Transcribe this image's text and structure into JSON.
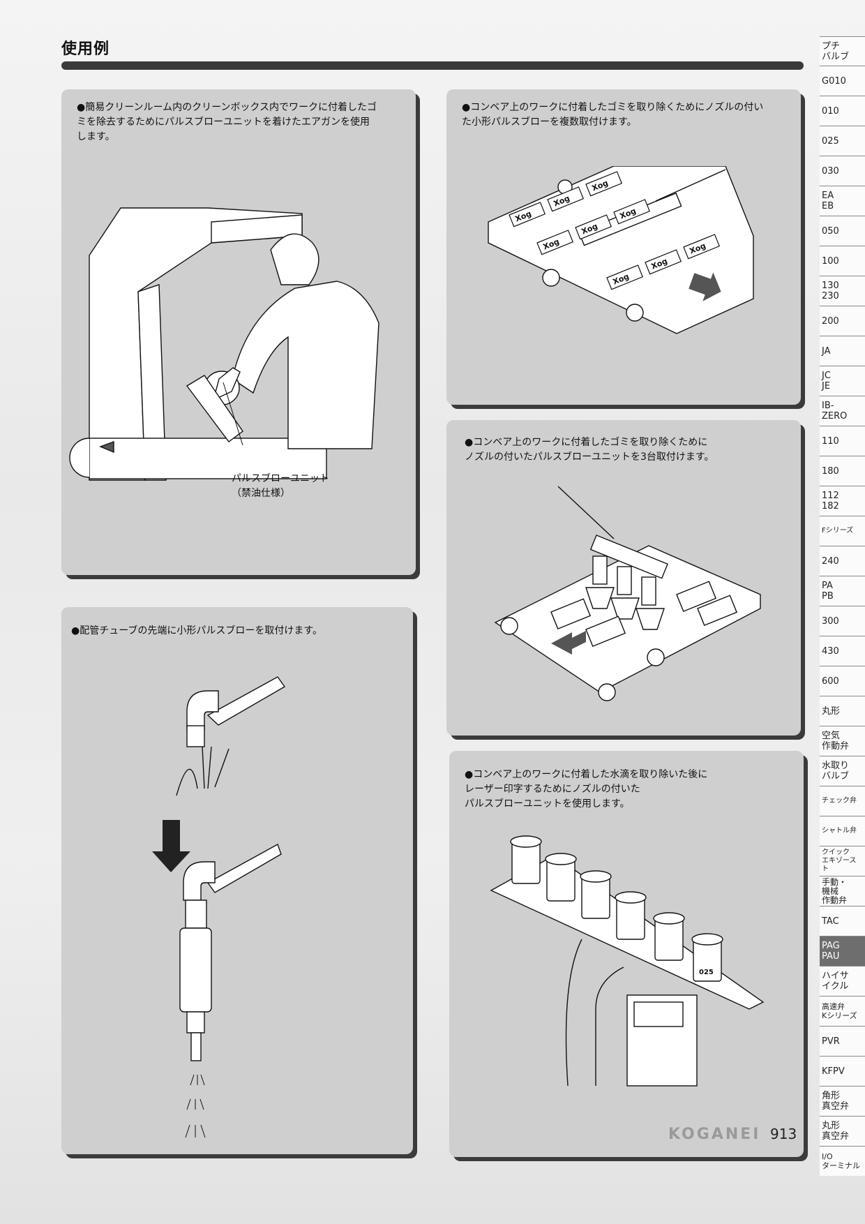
{
  "page": {
    "title": "使用例",
    "brand": "KOGANEI",
    "page_number": "913"
  },
  "panels": {
    "clean_box": {
      "caption": "●簡易クリーンルーム内のクリーンボックス内でワークに付着したゴ\nミを除去するためにパルスブローユニットを着けたエアガンを使用\nします。",
      "callout": "パルスブローユニット\n（禁油仕様）"
    },
    "conveyor_multi": {
      "caption": "●コンベア上のワークに付着したゴミを取り除くためにノズルの付い\nた小形パルスブローを複数取付けます。",
      "work_label": "Xog"
    },
    "conveyor_three": {
      "caption": "●コンベア上のワークに付着したゴミを取り除くために\nノズルの付いたパルスブローユニットを3台取付けます。"
    },
    "tube_tip": {
      "caption": "●配管チューブの先端に小形パルスブローを取付けます。"
    },
    "water_drops": {
      "caption": "●コンベア上のワークに付着した水滴を取り除いた後に\nレーザー印字するためにノズルの付いた\nパルスブローユニットを使用します。",
      "cup_mark": "025"
    }
  },
  "side_tabs": [
    {
      "label": "プチ\nバルブ",
      "active": false
    },
    {
      "label": "G010",
      "active": false
    },
    {
      "label": "010",
      "active": false
    },
    {
      "label": "025",
      "active": false
    },
    {
      "label": "030",
      "active": false
    },
    {
      "label": "EA\nEB",
      "active": false
    },
    {
      "label": "050",
      "active": false
    },
    {
      "label": "100",
      "active": false
    },
    {
      "label": "130\n230",
      "active": false
    },
    {
      "label": "200",
      "active": false
    },
    {
      "label": "JA",
      "active": false
    },
    {
      "label": "JC\nJE",
      "active": false
    },
    {
      "label": "IB-\nZERO",
      "active": false
    },
    {
      "label": "110",
      "active": false
    },
    {
      "label": "180",
      "active": false
    },
    {
      "label": "112\n182",
      "active": false
    },
    {
      "label": "Fシリーズ",
      "active": false
    },
    {
      "label": "240",
      "active": false
    },
    {
      "label": "PA\nPB",
      "active": false
    },
    {
      "label": "300",
      "active": false
    },
    {
      "label": "430",
      "active": false
    },
    {
      "label": "600",
      "active": false
    },
    {
      "label": "丸形",
      "active": false
    },
    {
      "label": "空気\n作動弁",
      "active": false
    },
    {
      "label": "水取り\nバルブ",
      "active": false
    },
    {
      "label": "チェック弁",
      "active": false
    },
    {
      "label": "シャトル弁",
      "active": false
    },
    {
      "label": "クイック\nエキゾースト",
      "active": false
    },
    {
      "label": "手動・\n機械\n作動弁",
      "active": false
    },
    {
      "label": "TAC",
      "active": false
    },
    {
      "label": "PAG\nPAU",
      "active": true
    },
    {
      "label": "ハイサ\nイクル",
      "active": false
    },
    {
      "label": "高速弁\nKシリーズ",
      "active": false
    },
    {
      "label": "PVR",
      "active": false
    },
    {
      "label": "KFPV",
      "active": false
    },
    {
      "label": "角形\n真空弁",
      "active": false
    },
    {
      "label": "丸形\n真空弁",
      "active": false
    },
    {
      "label": "I/O\nターミナル",
      "active": false
    }
  ]
}
